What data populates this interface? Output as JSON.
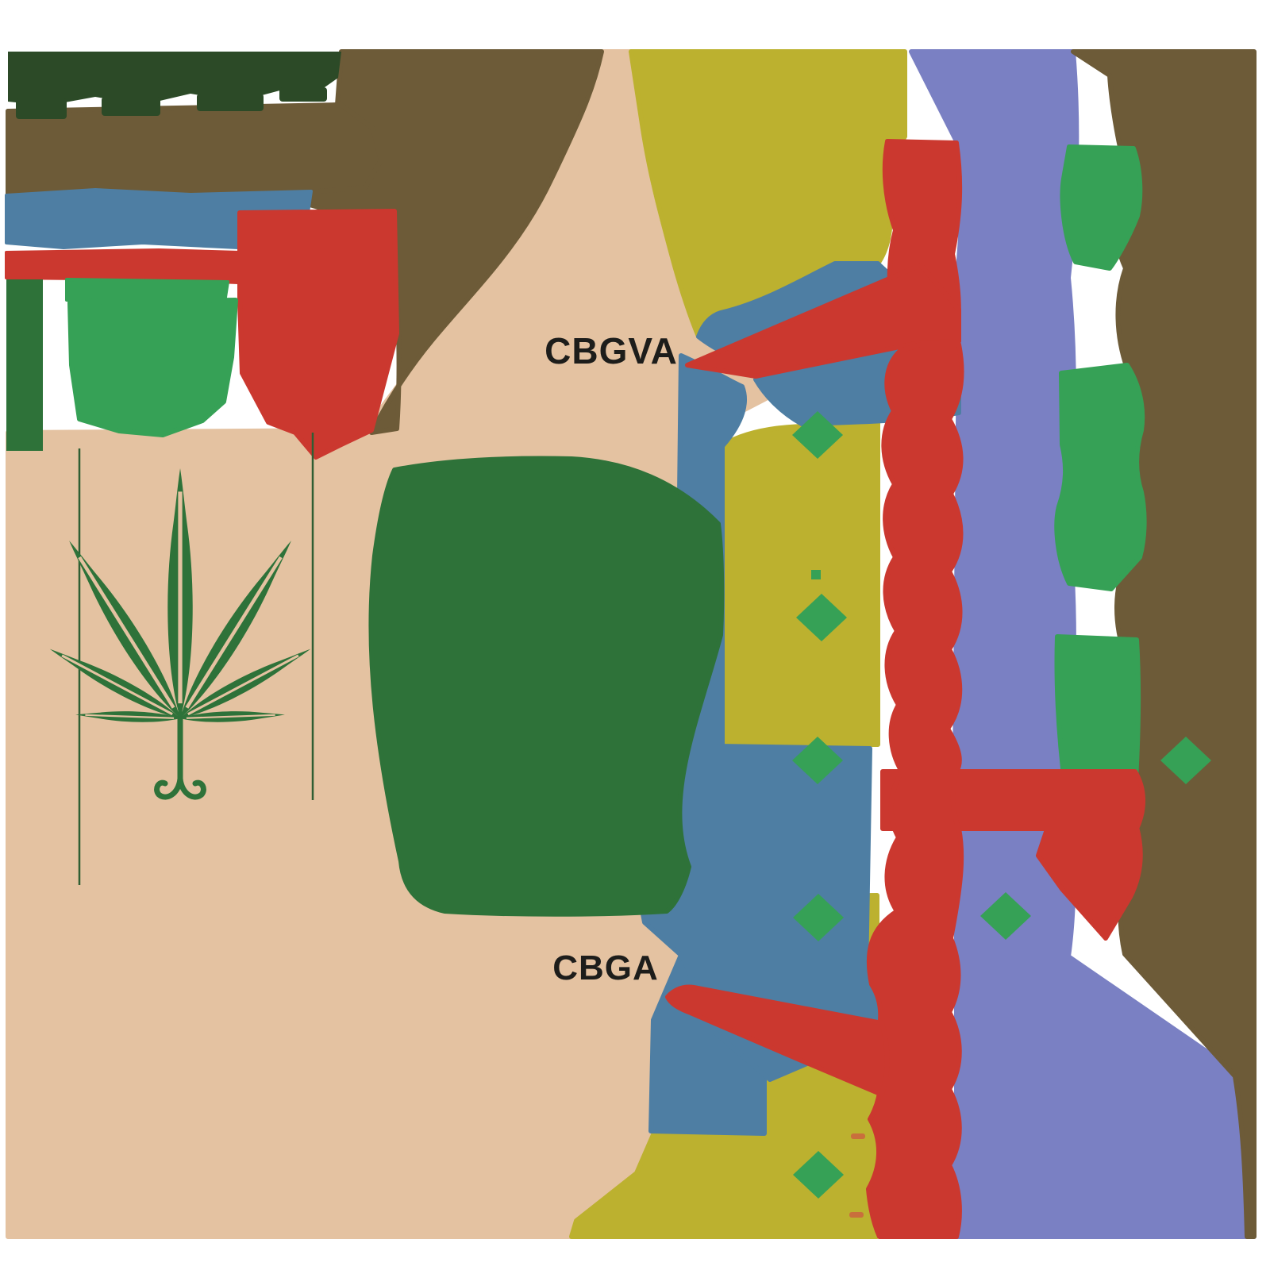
{
  "diagram": {
    "type": "cannabinoid-pathway-infographic",
    "nodes": {
      "upper": "CBGVA",
      "lower": "CBGA"
    },
    "icons": [
      "cannabis-leaf-icon"
    ],
    "palette": {
      "background": "#ffffff",
      "tan": "#E4C2A1",
      "title_green": "#2C4A27",
      "forest_green": "#2E7239",
      "bright_green": "#36A156",
      "olive": "#BCB12F",
      "blue": "#4E7EA3",
      "red": "#CB382F",
      "purple": "#7A80C3",
      "brown": "#6D5B38",
      "orange": "#C96F3C",
      "label_black": "#1d1d1b"
    }
  }
}
